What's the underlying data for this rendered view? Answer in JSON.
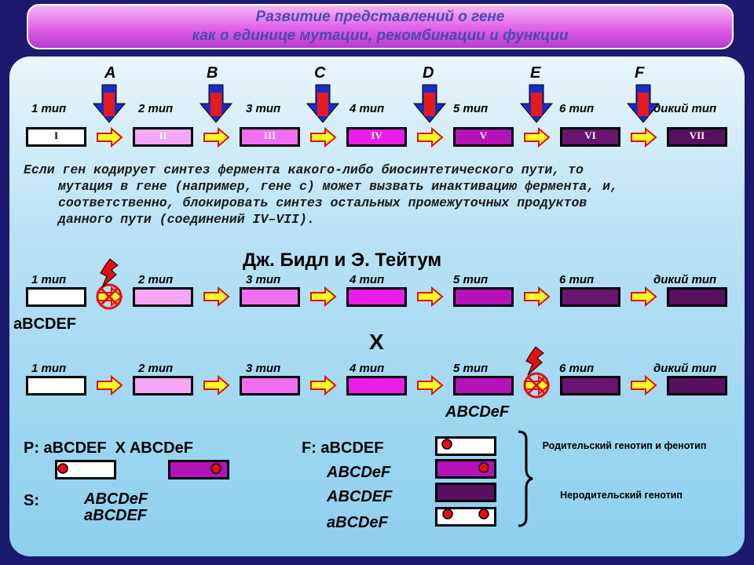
{
  "title": {
    "line1": "Развитие представлений о гене",
    "line2": "как о единице мутации, рекомбинации и функции"
  },
  "letters": [
    "A",
    "B",
    "C",
    "D",
    "E",
    "F"
  ],
  "type_labels": [
    "1 тип",
    "2 тип",
    "3 тип",
    "4 тип",
    "5 тип",
    "6 тип",
    "дикий тип"
  ],
  "roman": [
    "I",
    "II",
    "III",
    "IV",
    "V",
    "VI",
    "VII"
  ],
  "paragraph": {
    "line1": "Если ген кодирует синтез фермента какого-либо биосинтетического пути, то",
    "line2": "мутация в гене (например, гене с) может вызвать инактивацию фермента, и,",
    "line3": "соответственно, блокировать синтез остальных промежуточных продуктов",
    "line4": "данного пути (соединений IV–VII)."
  },
  "authors": "Дж. Бидл и Э. Тейтум",
  "genotype1": "aBCDEF",
  "cross_symbol": "X",
  "genotype2": "ABCDeF",
  "cross": {
    "p_label": "P: aBCDEF  X ABCDeF",
    "s_label": "S:",
    "s_line1": "ABCDeF",
    "s_line2": "aBCDEF"
  },
  "offspring": {
    "f_label": "F: aBCDEF",
    "row2": "ABCDeF",
    "row3": "ABCDEF",
    "row4": "aBCDeF"
  },
  "notes": {
    "parental": "Родительский генотип и фенотип",
    "nonparental": "Неродительский генотип"
  },
  "colors": {
    "gene_fills": [
      "#ffffff",
      "#f7a6f5",
      "#f26ef0",
      "#ea1ee8",
      "#b612b9",
      "#6a1470",
      "#5a1060"
    ],
    "arrow_fill": "#ffff22",
    "arrow_stroke": "#e01010",
    "down_arrow_top": "#1a2cc8",
    "down_arrow_core": "#e41b1b",
    "mutation_dot": "#e41010"
  }
}
